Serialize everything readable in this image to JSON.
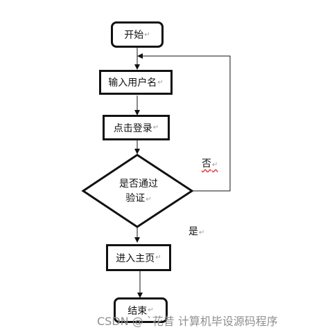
{
  "nodes": {
    "start": {
      "label": "开始",
      "shape": "terminal"
    },
    "input_username": {
      "label": "输入用户名",
      "shape": "process"
    },
    "click_login": {
      "label": "点击登录",
      "shape": "process"
    },
    "decision": {
      "label_line1": "是否通过",
      "label_line2": "验证",
      "shape": "decision"
    },
    "enter_home": {
      "label": "进入主页",
      "shape": "process"
    },
    "end": {
      "label": "结束",
      "shape": "terminal"
    }
  },
  "edge_labels": {
    "no": "否",
    "yes": "是"
  },
  "return_mark": "↵",
  "watermark": "CSDN @ `花昔  计算机毕设源码程序",
  "colors": {
    "stroke": "#111111",
    "watermark": "#8f8f8f",
    "squiggle": "#d33333"
  }
}
